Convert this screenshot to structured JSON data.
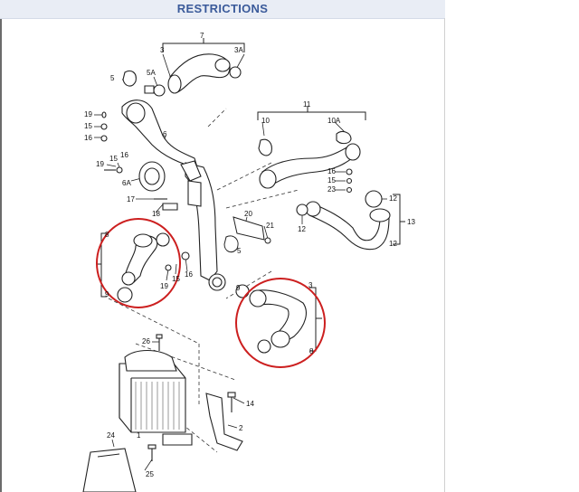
{
  "header": {
    "title": "RESTRICTIONS"
  },
  "colors": {
    "title": "#3a5a9a",
    "highlight": "#cc1f1f",
    "line": "#222222"
  },
  "callouts": [
    {
      "id": "7",
      "label": "7"
    },
    {
      "id": "3",
      "label": "3"
    },
    {
      "id": "3A",
      "label": "3A"
    },
    {
      "id": "5a",
      "label": "5"
    },
    {
      "id": "5A",
      "label": "5A"
    },
    {
      "id": "19a",
      "label": "19"
    },
    {
      "id": "15a",
      "label": "15"
    },
    {
      "id": "16a",
      "label": "16"
    },
    {
      "id": "6",
      "label": "6"
    },
    {
      "id": "19b",
      "label": "19"
    },
    {
      "id": "15b",
      "label": "15"
    },
    {
      "id": "16b",
      "label": "16"
    },
    {
      "id": "6A",
      "label": "6A"
    },
    {
      "id": "17",
      "label": "17"
    },
    {
      "id": "18",
      "label": "18"
    },
    {
      "id": "11",
      "label": "11"
    },
    {
      "id": "10",
      "label": "10"
    },
    {
      "id": "10A",
      "label": "10A"
    },
    {
      "id": "16c",
      "label": "16"
    },
    {
      "id": "15c",
      "label": "15"
    },
    {
      "id": "23",
      "label": "23"
    },
    {
      "id": "12a",
      "label": "12"
    },
    {
      "id": "12b",
      "label": "12"
    },
    {
      "id": "13",
      "label": "13"
    },
    {
      "id": "12c",
      "label": "12"
    },
    {
      "id": "20",
      "label": "20"
    },
    {
      "id": "21",
      "label": "21"
    },
    {
      "id": "5b",
      "label": "5"
    },
    {
      "id": "8a",
      "label": "8"
    },
    {
      "id": "9a",
      "label": "9"
    },
    {
      "id": "19c",
      "label": "19"
    },
    {
      "id": "16d",
      "label": "16"
    },
    {
      "id": "15d",
      "label": "15"
    },
    {
      "id": "3b",
      "label": "3"
    },
    {
      "id": "9b",
      "label": "9"
    },
    {
      "id": "8b",
      "label": "8"
    },
    {
      "id": "26",
      "label": "26"
    },
    {
      "id": "14",
      "label": "14"
    },
    {
      "id": "2",
      "label": "2"
    },
    {
      "id": "1",
      "label": "1"
    },
    {
      "id": "24",
      "label": "24"
    },
    {
      "id": "25",
      "label": "25"
    }
  ]
}
